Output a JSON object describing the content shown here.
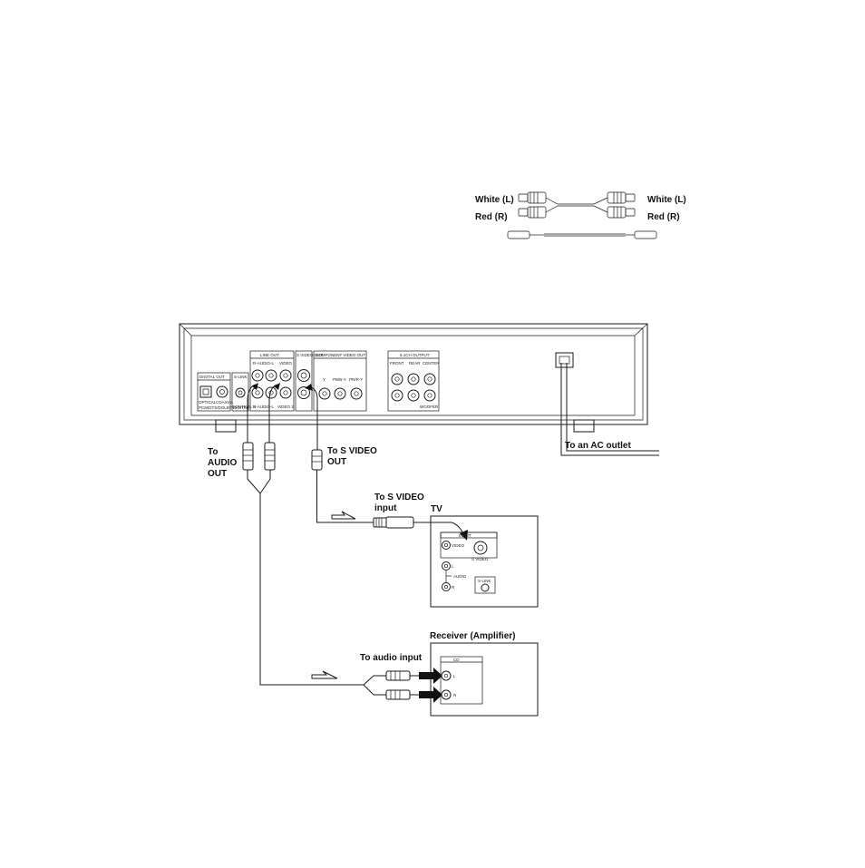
{
  "cable_legend": {
    "left_white": "White (L)",
    "left_red": "Red (R)",
    "right_white": "White (L)",
    "right_red": "Red (R)"
  },
  "player": {
    "digital_out": "DIGITAL OUT",
    "optical": "OPTICAL",
    "coaxial": "COAXIAL",
    "pcm_dts": "PCM/DTS/DOLBY DIGITAL",
    "s_link": "S-LINK",
    "control_s": "CONTROL S",
    "line_out": "LINE OUT",
    "r_audio_l": "R-AUDIO-L",
    "video": "VIDEO",
    "video_2": "VIDEO 2",
    "s_video_out": "S VIDEO OUT",
    "component_video_out": "COMPONENT VIDEO OUT",
    "comp_y": "Y",
    "comp_pb": "PB/B-Y",
    "comp_pr": "PR/R-Y",
    "ch_output": "5.1CH OUTPUT",
    "front": "FRONT",
    "rear": "REAR",
    "center": "CENTER",
    "woofer": "WOOFER"
  },
  "labels": {
    "to_audio_out": [
      "To",
      "AUDIO",
      "OUT"
    ],
    "to_s_video_out": [
      "To S VIDEO",
      "OUT"
    ],
    "to_ac_outlet": "To an AC outlet",
    "to_s_video_input": [
      "To S VIDEO",
      "input"
    ],
    "tv": "TV",
    "receiver": "Receiver (Amplifier)",
    "to_audio_input": "To audio input"
  },
  "tv_panel": {
    "input": "INPUT",
    "video": "VIDEO",
    "l": "L",
    "audio": "AUDIO",
    "r": "R",
    "s_video": "S VIDEO",
    "s_link": "S-LINK"
  },
  "receiver_panel": {
    "cd": "CD",
    "l": "L",
    "r": "R"
  }
}
